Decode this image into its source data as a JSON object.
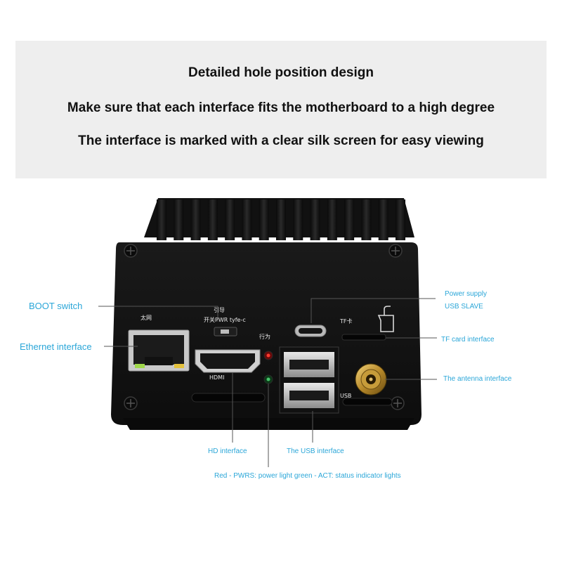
{
  "banner": {
    "line1": "Detailed hole position design",
    "line2": "Make sure that each interface fits the motherboard to a high degree",
    "line3": "The interface is marked with a clear silk screen for easy viewing"
  },
  "callouts": {
    "boot_switch": "BOOT switch",
    "ethernet": "Ethernet interface",
    "power_supply_1": "Power supply",
    "power_supply_2": "USB SLAVE",
    "tf_card": "TF card interface",
    "antenna": "The antenna interface",
    "hd": "HD interface",
    "usb": "The USB interface",
    "leds": "Red - PWRS: power light green - ACT: status indicator lights"
  },
  "silkscreen": {
    "ethernet": "太网",
    "boot_top": "引导",
    "boot_bottom": "开关PWR tyfe-c",
    "hdmi": "HDMI",
    "leds": "行为",
    "tf": "TF卡",
    "usb": "USB"
  },
  "colors": {
    "callout_text": "#2aa6d8",
    "leader_line": "#555555",
    "case_body": "#141414",
    "banner_bg": "#eeeeee"
  }
}
